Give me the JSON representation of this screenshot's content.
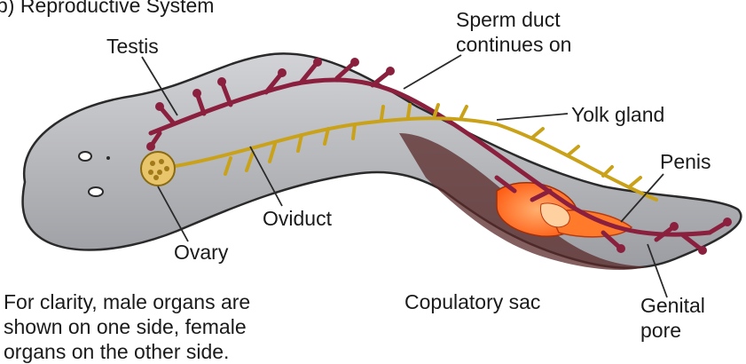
{
  "figure": {
    "title": "b) Reproductive System",
    "labels": {
      "testis": "Testis",
      "sperm_duct": "Sperm duct\ncontinues on",
      "yolk_gland": "Yolk gland",
      "penis": "Penis",
      "oviduct": "Oviduct",
      "ovary": "Ovary",
      "copulatory_sac": "Copulatory sac",
      "genital_pore": "Genital\npore"
    },
    "caption": "For clarity, male organs are\nshown on one side, female\norgans on the other side."
  },
  "colors": {
    "body_fill": "#b7b8bc",
    "body_outline": "#2a2a2a",
    "testis": "#8a1f3e",
    "yolk_gland": "#c9a21a",
    "copulatory_sac": "#ff7a1f",
    "sac_dark": "#5a2a2a"
  }
}
